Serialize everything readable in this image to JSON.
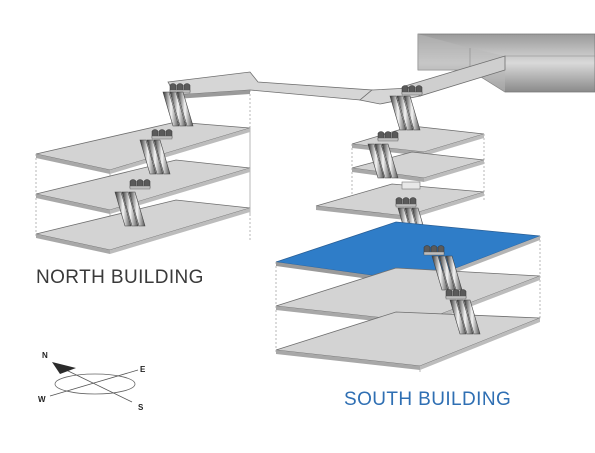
{
  "labels": {
    "north_building": "NORTH BUILDING",
    "south_building": "SOUTH BUILDING"
  },
  "compass": {
    "north": "N",
    "east": "E",
    "south": "S",
    "west": "W"
  },
  "colors": {
    "floor_fill": "#d3d3d3",
    "floor_stroke": "#6e6e6e",
    "highlight_floor": "#2f7dc8",
    "south_label": "#2f6fb3",
    "escalator_dark": "#4a4a4a",
    "escalator_light": "#f2f2f2"
  }
}
